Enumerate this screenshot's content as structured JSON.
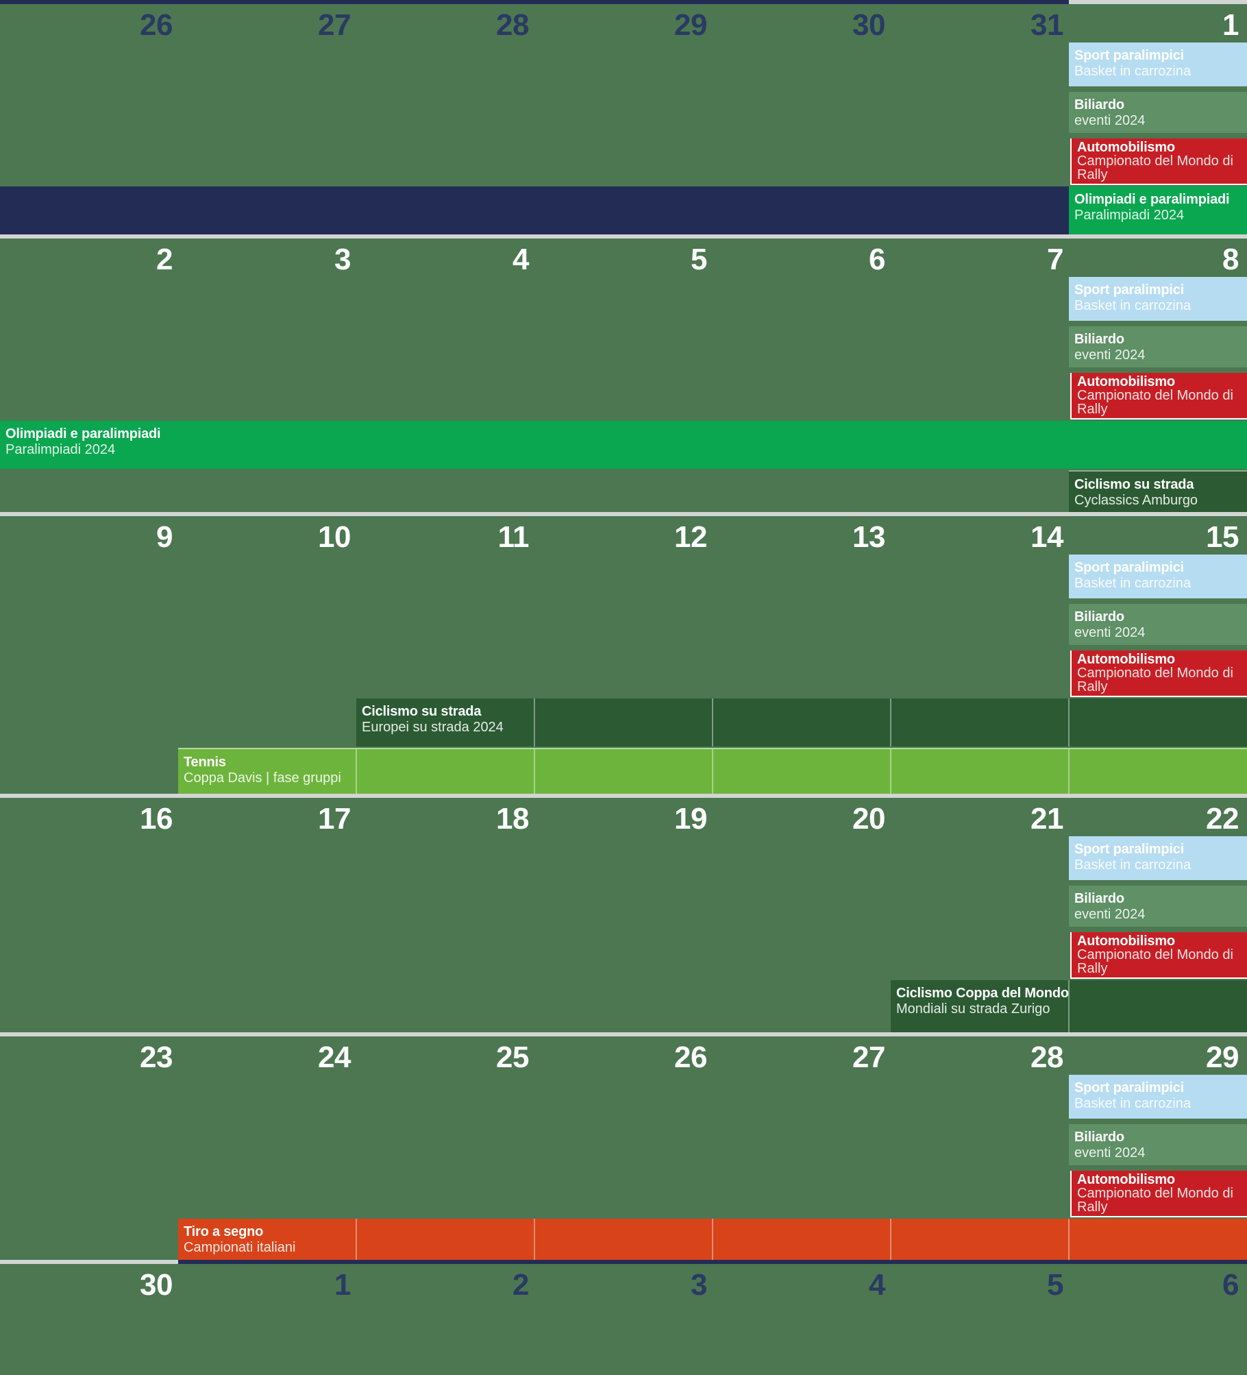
{
  "colors": {
    "background": "#4c7751",
    "navy": "#232c55",
    "divider": "#d3d5d4",
    "day_muted": "#2a3a63",
    "day_current": "#ffffff",
    "sky": "#b6dcf2",
    "sage": "#5f9066",
    "red": "#c71e25",
    "bright": "#0aa750",
    "dark": "#2b5a33",
    "lime": "#6db43c",
    "orange": "#d8431a"
  },
  "events": {
    "sport_paralimpici": {
      "title": "Sport paralimpici",
      "subtitle": "Basket in carrozina",
      "color": "sky",
      "separators": false,
      "variant": ""
    },
    "biliardo": {
      "title": "Biliardo",
      "subtitle": "eventi 2024",
      "color": "sage",
      "separators": false,
      "variant": ""
    },
    "automobilismo": {
      "title": "Automobilismo",
      "subtitle": "Campionato del Mondo di Rally",
      "color": "red",
      "separators": false,
      "variant": "outlined"
    },
    "olimpiadi": {
      "title": "Olimpiadi e paralimpiadi",
      "subtitle": "Paralimpiadi 2024",
      "color": "bright",
      "separators": false,
      "variant": ""
    },
    "olimpiadi_cont": {
      "title": "",
      "subtitle": "",
      "color": "navy",
      "separators": false,
      "variant": ""
    },
    "cyclassics": {
      "title": "Ciclismo su strada",
      "subtitle": "Cyclassics Amburgo",
      "color": "dark",
      "separators": false,
      "variant": "topline"
    },
    "europei": {
      "title": "Ciclismo su strada",
      "subtitle": "Europei su strada 2024",
      "color": "dark",
      "separators": true,
      "variant": ""
    },
    "tennis": {
      "title": "Tennis",
      "subtitle": "Coppa Davis | fase gruppi",
      "color": "lime",
      "separators": true,
      "variant": "topline"
    },
    "coppa_mondo": {
      "title": "Ciclismo Coppa del Mondo",
      "subtitle": "Mondiali su strada Zurigo",
      "color": "dark",
      "separators": true,
      "variant": ""
    },
    "tiro": {
      "title": "Tiro a segno",
      "subtitle": "Campionati italiani",
      "color": "orange",
      "separators": true,
      "variant": ""
    }
  },
  "weeks": [
    {
      "days": [
        {
          "label": "26",
          "style": "muted"
        },
        {
          "label": "27",
          "style": "muted"
        },
        {
          "label": "28",
          "style": "muted"
        },
        {
          "label": "29",
          "style": "muted"
        },
        {
          "label": "30",
          "style": "muted"
        },
        {
          "label": "31",
          "style": "muted"
        },
        {
          "label": "1",
          "style": "current"
        }
      ],
      "bars": [
        {
          "event": "sport_paralimpici",
          "lane": 1,
          "from": 7,
          "to": 7
        },
        {
          "event": "biliardo",
          "lane": 2,
          "from": 7,
          "to": 7
        },
        {
          "event": "automobilismo",
          "lane": 3,
          "from": 7,
          "to": 7
        },
        {
          "event": "olimpiadi_cont",
          "lane": 4,
          "from": 1,
          "to": 6
        },
        {
          "event": "olimpiadi",
          "lane": 4,
          "from": 7,
          "to": 7
        }
      ]
    },
    {
      "days": [
        {
          "label": "2",
          "style": "current"
        },
        {
          "label": "3",
          "style": "current"
        },
        {
          "label": "4",
          "style": "current"
        },
        {
          "label": "5",
          "style": "current"
        },
        {
          "label": "6",
          "style": "current"
        },
        {
          "label": "7",
          "style": "current"
        },
        {
          "label": "8",
          "style": "current"
        }
      ],
      "bars": [
        {
          "event": "sport_paralimpici",
          "lane": 1,
          "from": 7,
          "to": 7
        },
        {
          "event": "biliardo",
          "lane": 2,
          "from": 7,
          "to": 7
        },
        {
          "event": "automobilismo",
          "lane": 3,
          "from": 7,
          "to": 7
        },
        {
          "event": "olimpiadi",
          "lane": 4,
          "from": 1,
          "to": 7
        },
        {
          "event": "cyclassics",
          "lane": 5,
          "from": 7,
          "to": 7
        }
      ]
    },
    {
      "days": [
        {
          "label": "9",
          "style": "current"
        },
        {
          "label": "10",
          "style": "current"
        },
        {
          "label": "11",
          "style": "current"
        },
        {
          "label": "12",
          "style": "current"
        },
        {
          "label": "13",
          "style": "current"
        },
        {
          "label": "14",
          "style": "current"
        },
        {
          "label": "15",
          "style": "current"
        }
      ],
      "bars": [
        {
          "event": "sport_paralimpici",
          "lane": 1,
          "from": 7,
          "to": 7
        },
        {
          "event": "biliardo",
          "lane": 2,
          "from": 7,
          "to": 7
        },
        {
          "event": "automobilismo",
          "lane": 3,
          "from": 7,
          "to": 7
        },
        {
          "event": "europei",
          "lane": 4,
          "from": 3,
          "to": 7
        },
        {
          "event": "tennis",
          "lane": 5,
          "from": 2,
          "to": 7
        }
      ]
    },
    {
      "days": [
        {
          "label": "16",
          "style": "current"
        },
        {
          "label": "17",
          "style": "current"
        },
        {
          "label": "18",
          "style": "current"
        },
        {
          "label": "19",
          "style": "current"
        },
        {
          "label": "20",
          "style": "current"
        },
        {
          "label": "21",
          "style": "current"
        },
        {
          "label": "22",
          "style": "current"
        }
      ],
      "bars": [
        {
          "event": "sport_paralimpici",
          "lane": 1,
          "from": 7,
          "to": 7
        },
        {
          "event": "biliardo",
          "lane": 2,
          "from": 7,
          "to": 7
        },
        {
          "event": "automobilismo",
          "lane": 3,
          "from": 7,
          "to": 7
        },
        {
          "event": "coppa_mondo",
          "lane": 4,
          "from": 6,
          "to": 7
        }
      ]
    },
    {
      "days": [
        {
          "label": "23",
          "style": "current"
        },
        {
          "label": "24",
          "style": "current"
        },
        {
          "label": "25",
          "style": "current"
        },
        {
          "label": "26",
          "style": "current"
        },
        {
          "label": "27",
          "style": "current"
        },
        {
          "label": "28",
          "style": "current"
        },
        {
          "label": "29",
          "style": "current"
        }
      ],
      "bars": [
        {
          "event": "sport_paralimpici",
          "lane": 1,
          "from": 7,
          "to": 7
        },
        {
          "event": "biliardo",
          "lane": 2,
          "from": 7,
          "to": 7
        },
        {
          "event": "automobilismo",
          "lane": 3,
          "from": 7,
          "to": 7
        },
        {
          "event": "tiro",
          "lane": 4,
          "from": 2,
          "to": 7
        }
      ]
    },
    {
      "days": [
        {
          "label": "30",
          "style": "current"
        },
        {
          "label": "1",
          "style": "muted"
        },
        {
          "label": "2",
          "style": "muted"
        },
        {
          "label": "3",
          "style": "muted"
        },
        {
          "label": "4",
          "style": "muted"
        },
        {
          "label": "5",
          "style": "muted"
        },
        {
          "label": "6",
          "style": "muted"
        }
      ],
      "bars": []
    }
  ]
}
